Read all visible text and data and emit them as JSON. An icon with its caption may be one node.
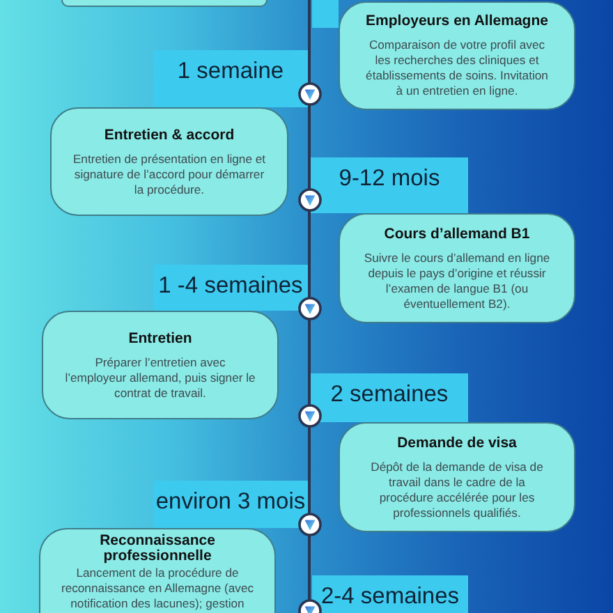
{
  "diagram": {
    "nodes": [
      {
        "text": [],
        "shape": "box"
      },
      {
        "text": [],
        "shape": "box"
      },
      {
        "text": [
          "Employeurs en Allemagne",
          "Comparaison de votre profil avec les recherches des cliniques et établissements de soins. Invitation à un entretien en ligne."
        ]
      },
      {
        "text": [
          "1 semaine"
        ]
      },
      {
        "text": [
          "Entretien & accord",
          "Entretien de présentation en ligne et signature de l’accord pour démarrer la procédure."
        ]
      },
      {
        "text": [
          "9-12 mois"
        ]
      },
      {
        "text": [
          "Cours d’allemand B1",
          "Suivre le cours d’allemand en ligne depuis le pays d’origine et réussir l’examen de langue B1 (ou éventuellement B2)."
        ]
      },
      {
        "text": [
          "1 -4 semaines"
        ]
      },
      {
        "text": [
          "Entretien",
          "Préparer l’entretien avec l’employeur allemand, puis signer le contrat de travail."
        ]
      },
      {
        "text": [
          "2 semaines"
        ]
      },
      {
        "text": [
          "Demande de visa",
          "Dépôt de la demande de visa de travail dans le cadre de la procédure accélérée pour les professionnels qualifiés."
        ]
      },
      {
        "text": [
          "environ 3 mois"
        ]
      },
      {
        "text": [
          "Reconnaissance professionnelle",
          "Lancement de la procédure de reconnaissance en Allemagne (avec notification des lacunes); gestion"
        ]
      },
      {
        "text": [
          "2-4 semaines"
        ]
      }
    ]
  }
}
